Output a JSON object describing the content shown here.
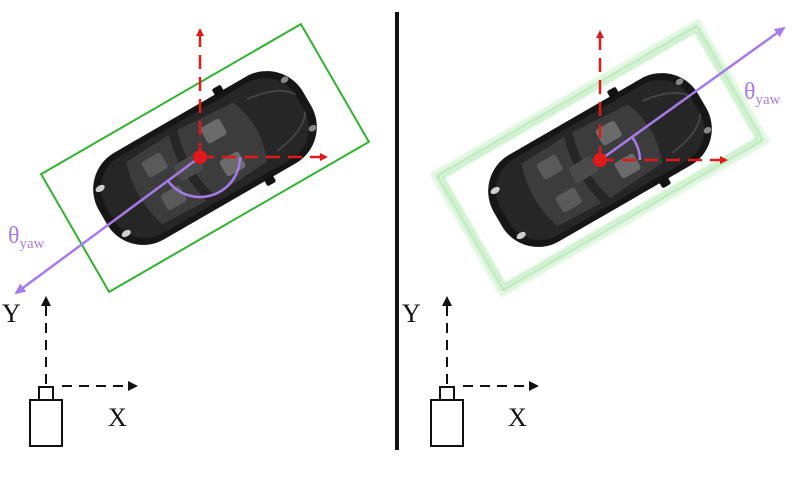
{
  "left_panel": {
    "theta_symbol": "θ",
    "theta_subscript": "yaw",
    "axis_x": "X",
    "axis_y": "Y",
    "box_style": "solid"
  },
  "right_panel": {
    "theta_symbol": "θ",
    "theta_subscript": "yaw",
    "axis_x": "X",
    "axis_y": "Y",
    "box_style": "blurred"
  },
  "colors": {
    "box_green": "#2fb32f",
    "box_green_light": "#8fdc8f",
    "yaw_purple": "#a77be8",
    "center_red": "#e0191b",
    "divider": "#111111",
    "car_body": "#1c1c1c"
  }
}
